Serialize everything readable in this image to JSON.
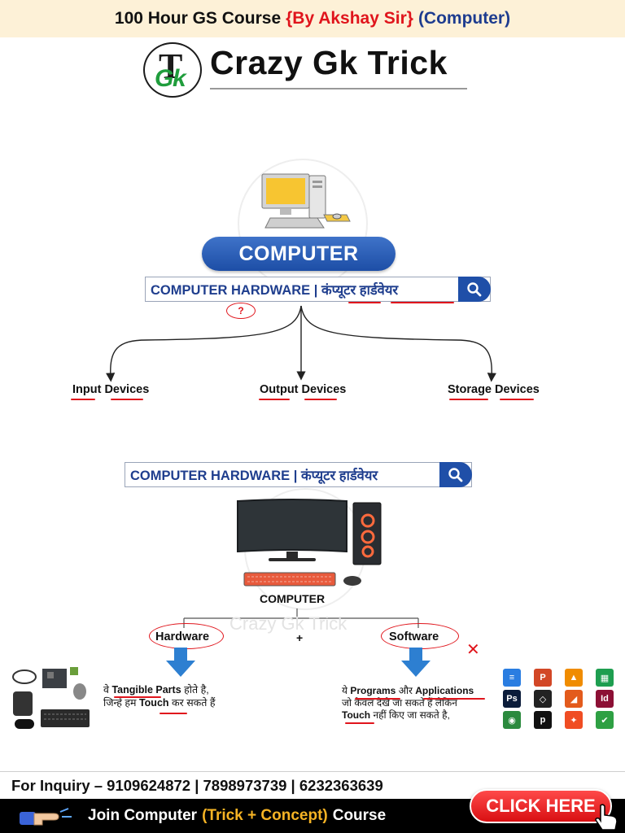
{
  "top_banner": {
    "part1": "100 Hour GS Course",
    "part2": "{By Akshay Sir}",
    "part3": "(Computer)"
  },
  "logo": {
    "monogram_t": "T",
    "monogram_g": "G",
    "monogram_k": "k",
    "brand": "Crazy Gk Trick"
  },
  "section1": {
    "pill_label": "COMPUTER",
    "search_text": "COMPUTER HARDWARE  | कंप्यूटर हार्डवेयर",
    "question_mark": "?",
    "branches": [
      "Input Devices",
      "Output Devices",
      "Storage Devices"
    ]
  },
  "section2": {
    "search_text": "COMPUTER HARDWARE  | कंप्यूटर हार्डवेयर",
    "computer_label": "COMPUTER",
    "watermark_text": "Crazy Gk Trick",
    "hardware_label": "Hardware",
    "plus_sign": "+",
    "software_label": "Software",
    "hardware_line1_a": "वे",
    "hardware_line1_b": "Tangible Parts",
    "hardware_line1_c": "होते है,",
    "hardware_line2_a": "जिन्हें हम",
    "hardware_line2_b": "Touch",
    "hardware_line2_c": "कर सकते हैं",
    "software_line1_a": "ये",
    "software_line1_b": "Programs",
    "software_line1_c": "और",
    "software_line1_d": "Applications",
    "software_line2": "जो केवल देखे जा सकते हैं लेकिन",
    "software_line3_a": "Touch",
    "software_line3_b": "नहीं किए जा सकते है,",
    "app_icons": [
      {
        "name": "google-docs-icon",
        "label": "≡",
        "color": "#2a7de1"
      },
      {
        "name": "powerpoint-icon",
        "label": "P",
        "color": "#d24726"
      },
      {
        "name": "vlc-icon",
        "label": "▲",
        "color": "#f08c00"
      },
      {
        "name": "google-sheets-icon",
        "label": "▦",
        "color": "#1e9e50"
      },
      {
        "name": "photoshop-icon",
        "label": "Ps",
        "color": "#0b1c3a"
      },
      {
        "name": "tidal-icon",
        "label": "◇",
        "color": "#222222"
      },
      {
        "name": "matlab-icon",
        "label": "◢",
        "color": "#e35b1c"
      },
      {
        "name": "indesign-icon",
        "label": "Id",
        "color": "#8c1035"
      },
      {
        "name": "chrome-icon",
        "label": "◉",
        "color": "#2b8a3e"
      },
      {
        "name": "pandora-icon",
        "label": "p",
        "color": "#111111"
      },
      {
        "name": "app-icon-orange",
        "label": "✦",
        "color": "#f04d23"
      },
      {
        "name": "app-icon-green",
        "label": "✔",
        "color": "#2ea043"
      }
    ]
  },
  "footer": {
    "inquiry": "For Inquiry – 9109624872 | 7898973739 | 6232363639",
    "join_a": "Join Computer",
    "join_b": "(Trick + Concept)",
    "join_c": "Course",
    "cta": "CLICK HERE"
  },
  "colors": {
    "banner_bg": "#fdf1d7",
    "accent_red": "#e0151c",
    "brand_blue": "#1f4fa8",
    "logo_green": "#1f9d3c",
    "join_yellow": "#f5b324"
  }
}
